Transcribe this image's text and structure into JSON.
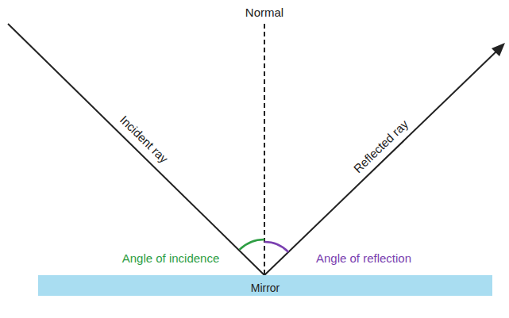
{
  "diagram": {
    "nodes": [
      {
        "text": [
          "Mirror"
        ]
      }
    ],
    "labels": [
      "Normal",
      "Incident ray",
      "Reflected ray",
      "Angle of incidence",
      "Angle of reflection"
    ]
  }
}
